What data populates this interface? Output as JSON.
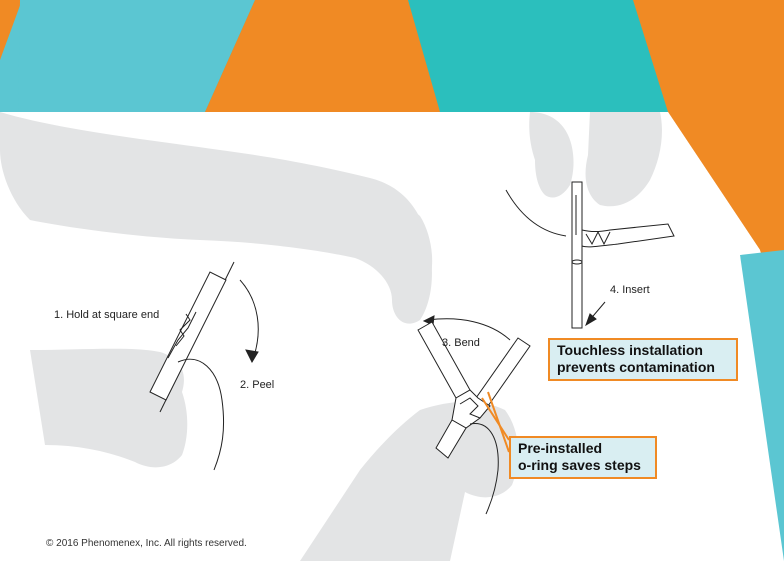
{
  "colors": {
    "teal": "#2bbfbd",
    "light_teal": "#5bc6d2",
    "orange": "#f08a24",
    "hand_gray": "#e3e4e5",
    "callout_fill": "#d9eef2"
  },
  "steps": [
    {
      "label": "1. Hold at square end"
    },
    {
      "label": "2. Peel"
    },
    {
      "label": "3. Bend"
    },
    {
      "label": "4. Insert"
    }
  ],
  "callouts": {
    "touchless": {
      "line1": "Touchless installation",
      "line2": "prevents contamination"
    },
    "oring": {
      "line1": "Pre-installed",
      "line2": "o-ring saves steps"
    }
  },
  "copyright": "© 2016 Phenomenex, Inc. All rights reserved."
}
